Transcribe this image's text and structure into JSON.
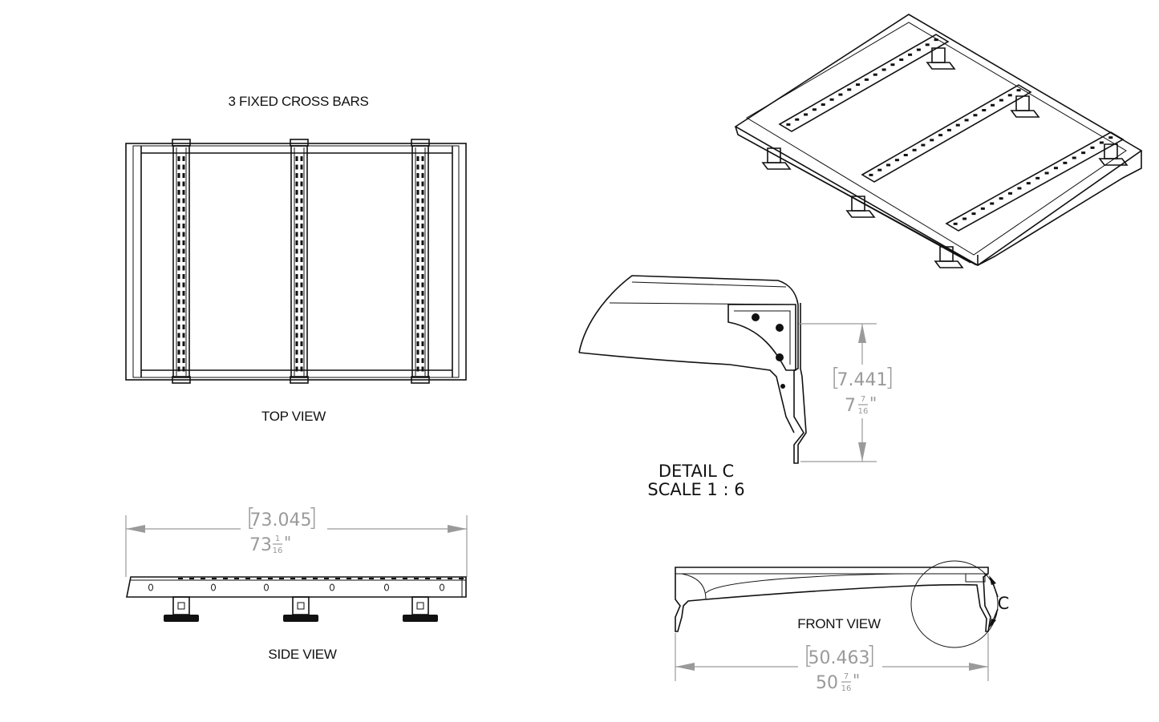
{
  "labels": {
    "title": "3 FIXED CROSS BARS",
    "top_view": "TOP VIEW",
    "side_view": "SIDE VIEW",
    "front_view": "FRONT VIEW",
    "detail_title": "DETAIL C",
    "detail_scale": "SCALE 1 : 6",
    "detail_marker": "C"
  },
  "dimensions": {
    "length": {
      "decimal": "73.045",
      "whole": "73",
      "num": "1",
      "den": "16",
      "unit": "\""
    },
    "width": {
      "decimal": "50.463",
      "whole": "50",
      "num": "7",
      "den": "16",
      "unit": "\""
    },
    "height": {
      "decimal": "7.441",
      "whole": "7",
      "num": "7",
      "den": "16",
      "unit": "\""
    }
  },
  "colors": {
    "line": "#111111",
    "dimension": "#9a9a9a",
    "background": "#ffffff"
  }
}
